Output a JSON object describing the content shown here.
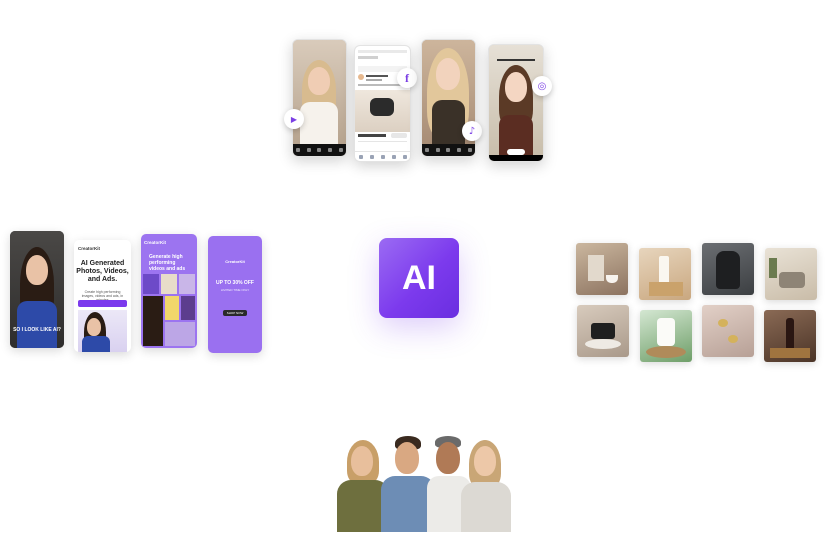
{
  "hero": {
    "ai_label": "AI"
  },
  "social": {
    "badges": [
      {
        "network": "youtube",
        "icon": "youtube-icon",
        "glyph": "▶"
      },
      {
        "network": "facebook",
        "icon": "facebook-icon",
        "glyph": "f"
      },
      {
        "network": "tiktok",
        "icon": "tiktok-icon",
        "glyph": "♪"
      },
      {
        "network": "instagram",
        "icon": "instagram-icon",
        "glyph": "◎"
      }
    ]
  },
  "ads": {
    "video_caption": "SO I LOOK LIKE AI?",
    "card1": {
      "brand": "CreatorKit",
      "headline": "AI Generated Photos, Videos, and Ads.",
      "subtext": "Create high performing images, videos and ads, in minutes",
      "cta": "Get started"
    },
    "card2": {
      "brand": "CreatorKit",
      "headline": "Generate high performing videos and ads"
    },
    "card3": {
      "brand": "CreatorKit",
      "headline": "UP TO 30% OFF",
      "sub": "LIMITED TIME ONLY",
      "cta": "SHOP NOW"
    }
  },
  "colors": {
    "accent": "#7c3aed",
    "accent_light": "#a47df5"
  }
}
